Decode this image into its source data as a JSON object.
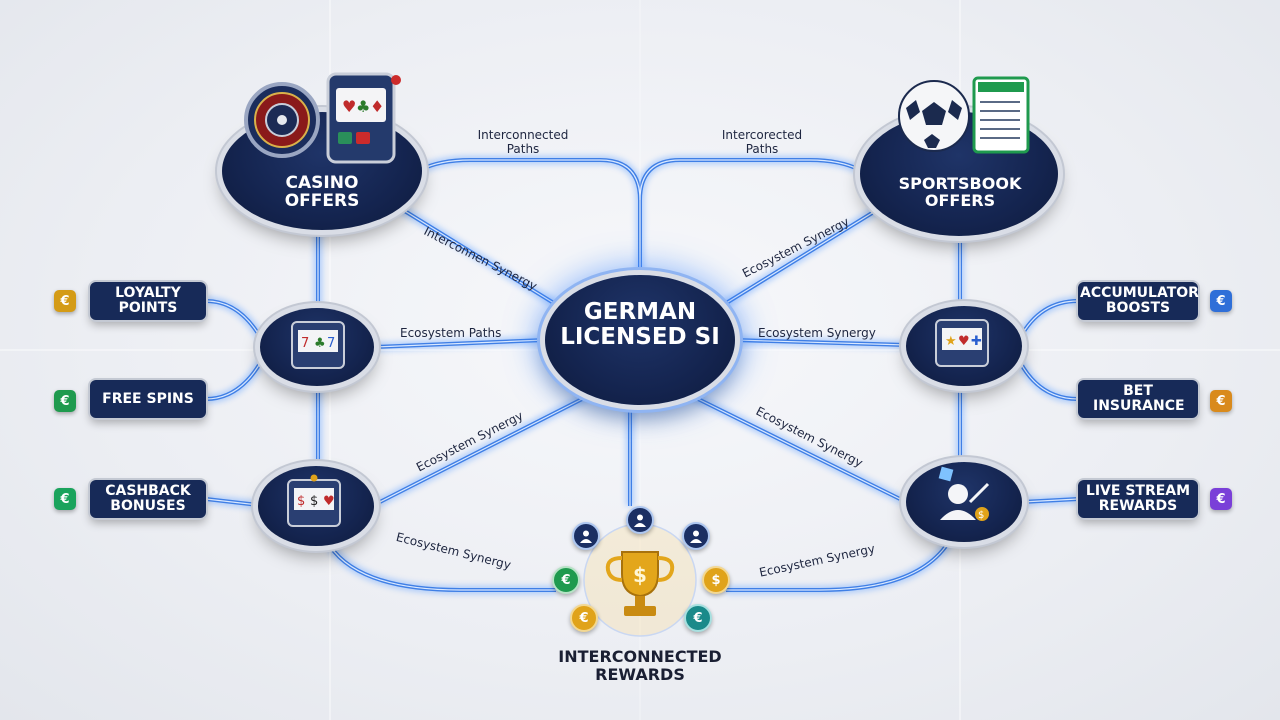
{
  "center": {
    "label": "GERMAN LICENSED SI"
  },
  "hubs": {
    "casino": {
      "label": "CASINO OFFERS"
    },
    "sportsbook": {
      "label": "SPORTSBOOK OFFERS"
    }
  },
  "left_offers": [
    {
      "label": "LOYALTY POINTS",
      "coin_color": "#d49b16"
    },
    {
      "label": "FREE SPINS",
      "coin_color": "#1f9a4e"
    },
    {
      "label": "CASHBACK BONUSES",
      "coin_color": "#1aa35c"
    }
  ],
  "right_offers": [
    {
      "label": "ACCUMULATOR BOOSTS",
      "coin_color": "#2f6fd8"
    },
    {
      "label": "BET INSURANCE",
      "coin_color": "#d98a1c"
    },
    {
      "label": "LIVE STREAM REWARDS",
      "coin_color": "#7a3fd8"
    }
  ],
  "connection_labels": {
    "top_left": "Interconnected Paths",
    "top_right": "Intercorected Paths",
    "diag_top_left": "Interconnen Synergy",
    "diag_top_right": "Ecosystem Synergy",
    "mid_left": "Ecosystem Paths",
    "mid_right": "Ecosystem Synergy",
    "diag_bottom_left": "Ecosystem Synergy",
    "diag_bottom_right": "Ecosystem Synergy",
    "bottom_left": "Ecosystem Synergy",
    "bottom_right": "Ecosystem Synergy"
  },
  "bottom": {
    "title": "INTERCONNECTED REWARDS"
  },
  "icons": {
    "currency": "€",
    "dollar": "$",
    "user": "person-icon",
    "trophy": "trophy-icon"
  },
  "colors": {
    "navy": "#14244f",
    "glow": "#3c7df0",
    "gold": "#e0a31a"
  }
}
